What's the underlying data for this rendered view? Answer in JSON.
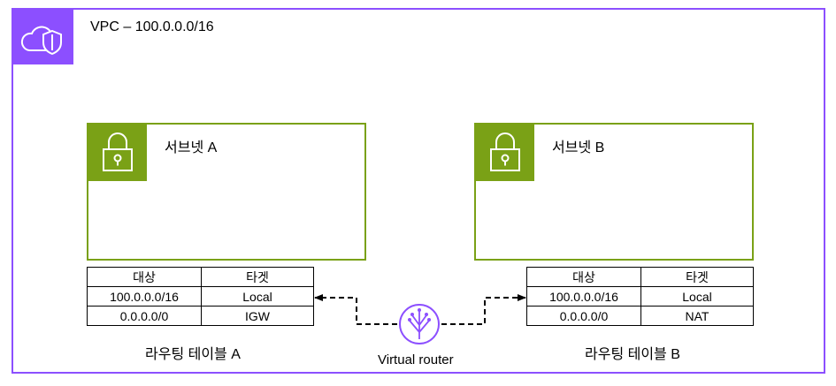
{
  "vpc": {
    "label": "VPC – 100.0.0.0/16",
    "icon": "cloud-shield-icon"
  },
  "subnets": [
    {
      "label": "서브넷 A",
      "icon": "lock-icon"
    },
    {
      "label": "서브넷 B",
      "icon": "lock-icon"
    }
  ],
  "route_tables": [
    {
      "caption": "라우팅 테이블 A",
      "headers": [
        "대상",
        "타겟"
      ],
      "rows": [
        [
          "100.0.0.0/16",
          "Local"
        ],
        [
          "0.0.0.0/0",
          "IGW"
        ]
      ]
    },
    {
      "caption": "라우팅 테이블 B",
      "headers": [
        "대상",
        "타겟"
      ],
      "rows": [
        [
          "100.0.0.0/16",
          "Local"
        ],
        [
          "0.0.0.0/0",
          "NAT"
        ]
      ]
    }
  ],
  "router": {
    "label": "Virtual router",
    "icon": "router-icon"
  },
  "colors": {
    "vpc": "#8c4fff",
    "subnet": "#7aa116"
  }
}
